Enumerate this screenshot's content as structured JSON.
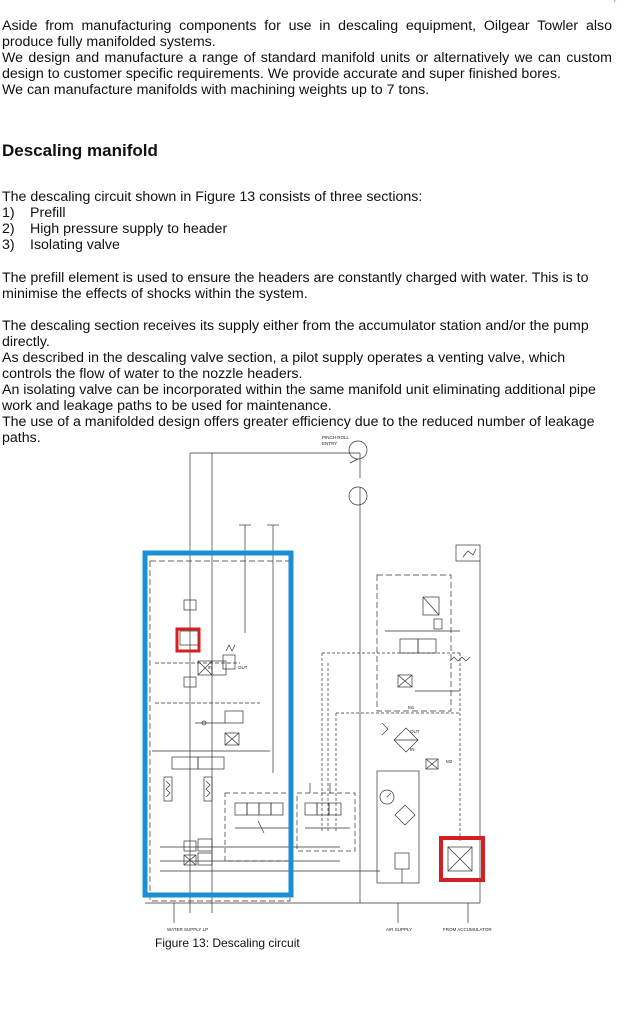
{
  "intro": {
    "line1": "Aside from manufacturing components for use in descaling equipment, Oilgear Towler also",
    "line2": "produce fully manifolded systems.",
    "line3": "We design and manufacture a range of standard manifold units or alternatively we can custom",
    "line4": "design to customer specific requirements. We provide accurate and super finished bores.",
    "line5": "We can manufacture manifolds with machining weights up to 7 tons."
  },
  "section": {
    "heading": "Descaling manifold",
    "lead": "The descaling circuit shown in Figure 13 consists of three sections:",
    "items": [
      {
        "num": "1)",
        "text": "Prefill"
      },
      {
        "num": "2)",
        "text": "High pressure supply to header"
      },
      {
        "num": "3)",
        "text": "Isolating valve"
      }
    ],
    "para_prefill": "The prefill element is used to ensure the headers are constantly charged with water. This is to minimise the effects of shocks within the system.",
    "para_descaling": [
      "The descaling section receives its supply either from the accumulator station and/or the pump directly.",
      "As described in the descaling valve section, a pilot supply operates a venting valve, which controls the flow of water to the nozzle headers.",
      "An isolating valve can be incorporated within the same manifold unit eliminating additional pipe work and leakage paths to be used for maintenance.",
      "The use of a manifolded design offers greater efficiency due to the reduced number of leakage paths."
    ]
  },
  "diagram": {
    "label_pinch": "PINCH ROLL",
    "label_entry": "ENTRY",
    "label_water": "WATER SUPPLY LP",
    "label_air": "AIR SUPPLY",
    "label_accumulator": "FROM ACCUMULATOR",
    "label_out1": "OUT",
    "label_out2": "OUT",
    "label_in1": "IN",
    "label_in2": "IN",
    "label_m1": "M1",
    "label_m2": "M2",
    "highlight_blue": "#1a8fd6",
    "highlight_red": "#d42020"
  },
  "caption": "Figure 13: Descaling circuit",
  "corner_mark": "ˊ"
}
